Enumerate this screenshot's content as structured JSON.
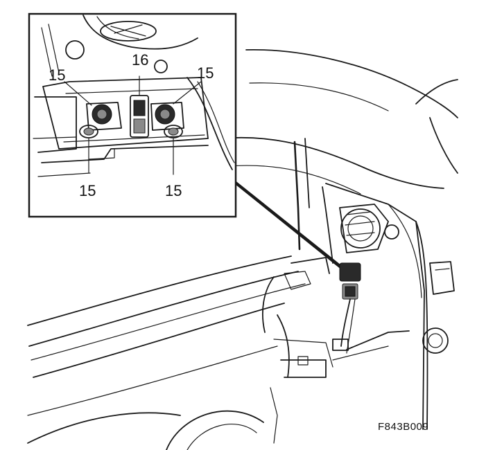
{
  "callouts": {
    "top_left": "15",
    "top_center": "16",
    "top_right": "15",
    "bottom_left": "15",
    "bottom_right": "15"
  },
  "figure_ref": "F843B009",
  "colors": {
    "line": "#1a1a1a",
    "background": "#ffffff"
  }
}
